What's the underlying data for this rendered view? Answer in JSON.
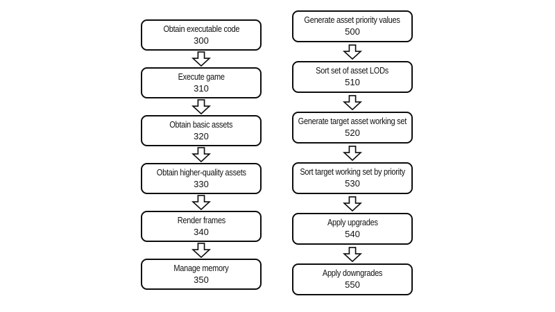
{
  "figure": {
    "background_color": "#ffffff",
    "box_fill_color": "#ffffff",
    "box_border_color": "#0c0c0c",
    "arrow_icon": "down-block-arrow",
    "left_flow": {
      "steps": [
        {
          "label": "Obtain executable code",
          "number": "300"
        },
        {
          "label": "Execute game",
          "number": "310"
        },
        {
          "label": "Obtain basic assets",
          "number": "320"
        },
        {
          "label": "Obtain higher-quality assets",
          "number": "330"
        },
        {
          "label": "Render frames",
          "number": "340"
        },
        {
          "label": "Manage memory",
          "number": "350"
        }
      ]
    },
    "right_flow": {
      "steps": [
        {
          "label": "Generate asset priority values",
          "number": "500"
        },
        {
          "label": "Sort set of asset LODs",
          "number": "510"
        },
        {
          "label": "Generate target asset working set",
          "number": "520"
        },
        {
          "label": "Sort target working set by priority",
          "number": "530"
        },
        {
          "label": "Apply upgrades",
          "number": "540"
        },
        {
          "label": "Apply downgrades",
          "number": "550"
        }
      ]
    }
  }
}
